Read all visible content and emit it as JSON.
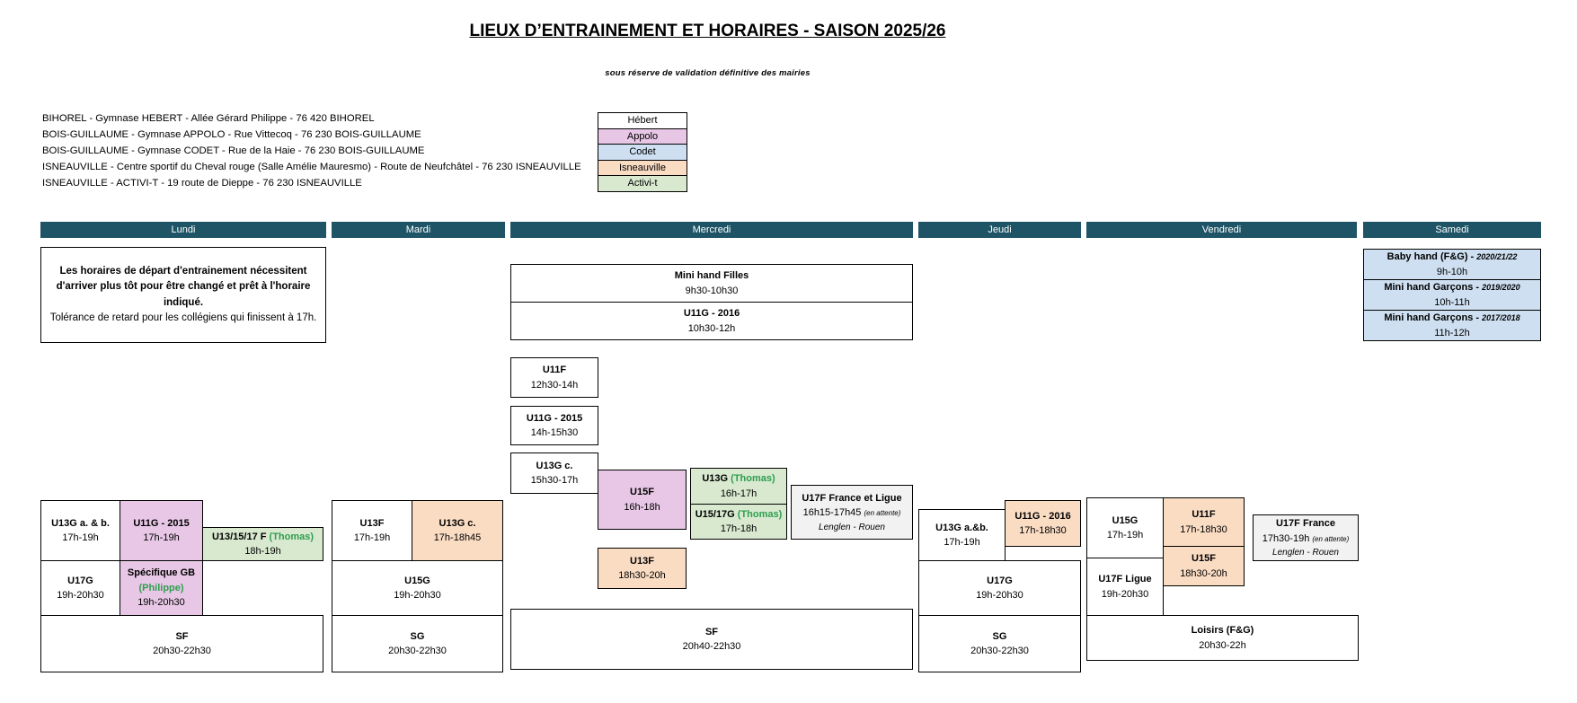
{
  "header": {
    "title": "LIEUX D’ENTRAINEMENT ET HORAIRES - SAISON 2025/26",
    "subtitle": "sous réserve de validation définitive des mairies"
  },
  "venues": {
    "items": [
      "BIHOREL - Gymnase HEBERT - Allée Gérard Philippe - 76 420 BIHOREL",
      "BOIS-GUILLAUME - Gymnase APPOLO - Rue Vittecoq - 76 230 BOIS-GUILLAUME",
      "BOIS-GUILLAUME - Gymnase CODET - Rue de la Haie - 76 230 BOIS-GUILLAUME",
      "ISNEAUVILLE - Centre sportif du Cheval rouge (Salle Amélie Mauresmo) - Route de Neufchâtel - 76 230 ISNEAUVILLE",
      "ISNEAUVILLE - ACTIVI-T - 19 route de Dieppe - 76 230 ISNEAUVILLE"
    ]
  },
  "legend": {
    "items": [
      {
        "label": "Hébert",
        "color": "#FFFFFF"
      },
      {
        "label": "Appolo",
        "color": "#E7C7E5"
      },
      {
        "label": "Codet",
        "color": "#CEDFF1"
      },
      {
        "label": "Isneauville",
        "color": "#FADCC3"
      },
      {
        "label": "Activi-t",
        "color": "#D8E9CF"
      }
    ]
  },
  "colors": {
    "day_header": "#1E5466",
    "hebert": "#FFFFFF",
    "appolo": "#E7C7E5",
    "codet": "#CEDFF1",
    "isneauville": "#FADCC3",
    "activit": "#D8E9CF",
    "coach_green": "#2E9E4F",
    "pending_grey": "#F2F2F2"
  },
  "days": {
    "lundi": "Lundi",
    "mardi": "Mardi",
    "mercredi": "Mercredi",
    "jeudi": "Jeudi",
    "vendredi": "Vendredi",
    "samedi": "Samedi"
  },
  "note": {
    "bold": "Les horaires de départ d'entrainement nécessitent d'arriver plus tôt pour être changé et prêt à l'horaire indiqué.",
    "normal": "Tolérance de retard pour les collégiens qui finissent à 17h."
  },
  "lundi": {
    "u13g_ab": {
      "team": "U13G a. & b.",
      "time": "17h-19h"
    },
    "u11g_2015": {
      "team": "U11G - 2015",
      "time": "17h-19h"
    },
    "u13_15_17f": {
      "team": "U13/15/17 F",
      "coach": "(Thomas)",
      "time": "18h-19h"
    },
    "u17g": {
      "team": "U17G",
      "time": "19h-20h30"
    },
    "specifique_gb": {
      "team": "Spécifique GB",
      "coach": "(Philippe)",
      "time": "19h-20h30"
    },
    "sf": {
      "team": "SF",
      "time": "20h30-22h30"
    }
  },
  "mardi": {
    "u13f": {
      "team": "U13F",
      "time": "17h-19h"
    },
    "u13g_c": {
      "team": "U13G c.",
      "time": "17h-18h45"
    },
    "u15g": {
      "team": "U15G",
      "time": "19h-20h30"
    },
    "sg": {
      "team": "SG",
      "time": "20h30-22h30"
    }
  },
  "mercredi": {
    "mini_hand_filles": {
      "team": "Mini hand Filles",
      "time": "9h30-10h30"
    },
    "u11g_2016": {
      "team": "U11G - 2016",
      "time": "10h30-12h"
    },
    "u11f": {
      "team": "U11F",
      "time": "12h30-14h"
    },
    "u11g_2015": {
      "team": "U11G - 2015",
      "time": "14h-15h30"
    },
    "u13g_c": {
      "team": "U13G c.",
      "time": "15h30-17h"
    },
    "u15f": {
      "team": "U15F",
      "time": "16h-18h"
    },
    "u13g_thomas": {
      "team": "U13G",
      "coach": "(Thomas)",
      "time": "16h-17h"
    },
    "u15_17g_thomas": {
      "team": "U15/17G",
      "coach": "(Thomas)",
      "time": "17h-18h"
    },
    "u17f_france_ligue": {
      "team": "U17F France et Ligue",
      "time": "16h15-17h45",
      "note": "(en attente)",
      "location": "Lenglen - Rouen"
    },
    "u13f": {
      "team": "U13F",
      "time": "18h30-20h"
    },
    "sf": {
      "team": "SF",
      "time": "20h40-22h30"
    }
  },
  "jeudi": {
    "u13g_ab": {
      "team": "U13G a.&b.",
      "time": "17h-19h"
    },
    "u11g_2016": {
      "team": "U11G - 2016",
      "time": "17h-18h30"
    },
    "u17g": {
      "team": "U17G",
      "time": "19h-20h30"
    },
    "sg": {
      "team": "SG",
      "time": "20h30-22h30"
    }
  },
  "vendredi": {
    "u15g": {
      "team": "U15G",
      "time": "17h-19h"
    },
    "u11f": {
      "team": "U11F",
      "time": "17h-18h30"
    },
    "u17f_france": {
      "team": "U17F France",
      "time": "17h30-19h",
      "note": "(en attente)",
      "location": "Lenglen - Rouen"
    },
    "u15f": {
      "team": "U15F",
      "time": "18h30-20h"
    },
    "u17f_ligue": {
      "team": "U17F Ligue",
      "time": "19h-20h30"
    },
    "loisirs": {
      "team": "Loisirs (F&G)",
      "time": "20h30-22h"
    }
  },
  "samedi": {
    "baby_hand": {
      "team": "Baby hand (F&G) -",
      "years": "2020/21/22",
      "time": "9h-10h"
    },
    "mini_hand_g_2019": {
      "team": "Mini hand Garçons -",
      "years": "2019/2020",
      "time": "10h-11h"
    },
    "mini_hand_g_2017": {
      "team": "Mini hand Garçons -",
      "years": "2017/2018",
      "time": "11h-12h"
    }
  }
}
